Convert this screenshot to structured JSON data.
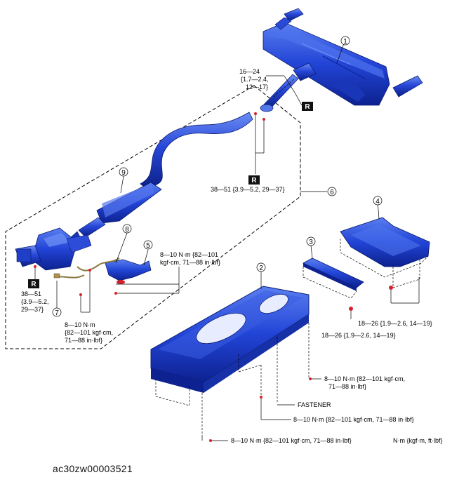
{
  "diagram": {
    "part_numbers": [
      "1",
      "2",
      "3",
      "4",
      "5",
      "6",
      "7",
      "8",
      "9"
    ],
    "r_mark": "R",
    "torque": {
      "t_16_24": [
        "16—24",
        "{1.7—2.4,",
        "12—17}"
      ],
      "t_38_51_center": [
        "38—51 {3.9—5.2, 29—37}"
      ],
      "t_38_51_left": [
        "38—51",
        "{3.9—5.2,",
        "29—37}"
      ],
      "t_8_10_right_top": [
        "8—10 N·m {82—101",
        "kgf·cm, 71—88 in·lbf}"
      ],
      "t_8_10_left": [
        "8—10 N·m",
        "{82—101 kgf·cm,",
        "71—88 in·lbf}"
      ],
      "t_18_26_right": [
        "18—26 {1.9—2.6, 14—19}"
      ],
      "t_18_26_mid": [
        "18—26 {1.9—2.6, 14—19}"
      ],
      "t_8_10_tray_right": [
        "8—10 N·m {82—101 kgf·cm,",
        "71—88 in·lbf}"
      ],
      "fastener": "FASTENER",
      "t_8_10_bottom_mid": "8—10 N·m {82—101 kgf·cm, 71—88 in·lbf}",
      "t_8_10_bottom": "8—10 N·m {82—101 kgf·cm, 71—88 in·lbf}"
    },
    "units_note": "N·m {kgf·m, ft·lbf}",
    "image_code": "ac30zw00003521"
  },
  "colors": {
    "part_blue": "#1f3fd0",
    "part_dark": "#0f2a9a",
    "part_light": "#4f74ee",
    "torque_dot": "#d8202a"
  }
}
